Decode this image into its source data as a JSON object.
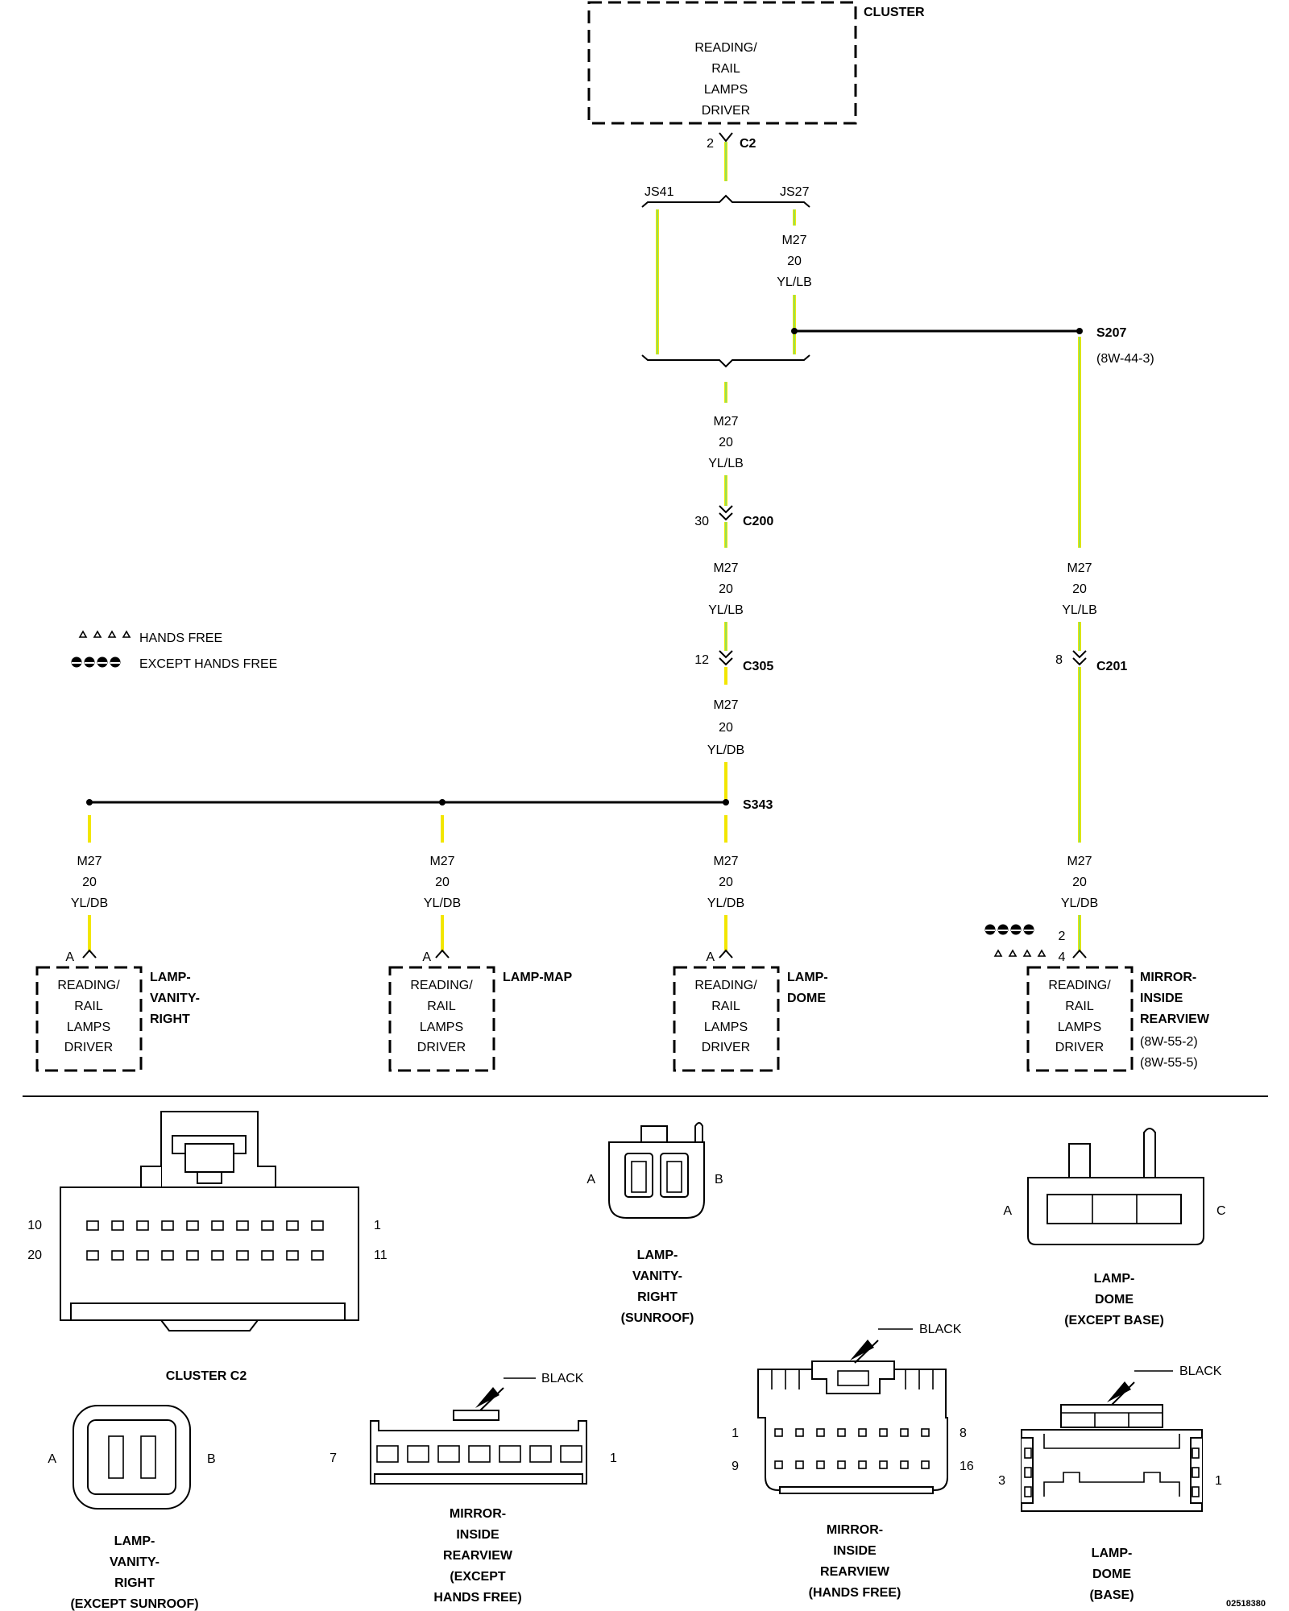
{
  "modules": {
    "cluster": {
      "title": "CLUSTER",
      "lines": [
        "READING/",
        "RAIL",
        "LAMPS",
        "DRIVER"
      ]
    },
    "vanity_right": {
      "title_lines": [
        "LAMP-",
        "VANITY-",
        "RIGHT"
      ],
      "lines": [
        "READING/",
        "RAIL",
        "LAMPS",
        "DRIVER"
      ],
      "pin": "A"
    },
    "map": {
      "title_lines": [
        "LAMP-MAP"
      ],
      "lines": [
        "READING/",
        "RAIL",
        "LAMPS",
        "DRIVER"
      ],
      "pin": "A"
    },
    "dome": {
      "title_lines": [
        "LAMP-",
        "DOME"
      ],
      "lines": [
        "READING/",
        "RAIL",
        "LAMPS",
        "DRIVER"
      ],
      "pin": "A"
    },
    "mirror": {
      "title_lines": [
        "MIRROR-",
        "INSIDE",
        "REARVIEW"
      ],
      "refs": [
        "(8W-55-2)",
        "(8W-55-5)"
      ],
      "lines": [
        "READING/",
        "RAIL",
        "LAMPS",
        "DRIVER"
      ],
      "pin_except": "2",
      "pin_hands": "4"
    }
  },
  "connectors": {
    "c2": {
      "name": "C2",
      "pin": "2"
    },
    "c200": {
      "name": "C200",
      "pin": "30"
    },
    "c305": {
      "name": "C305",
      "pin": "12"
    },
    "c201": {
      "name": "C201",
      "pin": "8"
    }
  },
  "splices": {
    "js41": "JS41",
    "js27": "JS27",
    "s207": {
      "name": "S207",
      "ref": "(8W-44-3)"
    },
    "s343": "S343"
  },
  "wires": {
    "js27_out": [
      "M27",
      "20",
      "YL/LB"
    ],
    "main_1": [
      "M27",
      "20",
      "YL/LB"
    ],
    "main_2": [
      "M27",
      "20",
      "YL/LB"
    ],
    "main_3": [
      "M27",
      "20",
      "YL/DB"
    ],
    "right_1": [
      "M27",
      "20",
      "YL/LB"
    ],
    "right_2": [
      "M27",
      "20",
      "YL/DB"
    ],
    "branch_vanity": [
      "M27",
      "20",
      "YL/DB"
    ],
    "branch_map": [
      "M27",
      "20",
      "YL/DB"
    ],
    "branch_dome": [
      "M27",
      "20",
      "YL/DB"
    ]
  },
  "legend": {
    "hands_free": "HANDS FREE",
    "except_hands_free": "EXCEPT HANDS FREE"
  },
  "connector_views": {
    "cluster_c2": {
      "caption": [
        "CLUSTER C2"
      ],
      "pins": [
        "10",
        "1",
        "20",
        "11"
      ]
    },
    "vanity_sunroof": {
      "caption": [
        "LAMP-",
        "VANITY-",
        "RIGHT",
        "(SUNROOF)"
      ],
      "pins": [
        "A",
        "B"
      ]
    },
    "dome_except_base": {
      "caption": [
        "LAMP-",
        "DOME",
        "(EXCEPT BASE)"
      ],
      "pins": [
        "A",
        "C"
      ]
    },
    "vanity_except_sunroof": {
      "caption": [
        "LAMP-",
        "VANITY-",
        "RIGHT",
        "(EXCEPT SUNROOF)"
      ],
      "pins": [
        "A",
        "B"
      ]
    },
    "mirror_except_hf": {
      "caption": [
        "MIRROR-",
        "INSIDE",
        "REARVIEW",
        "(EXCEPT",
        "HANDS FREE)"
      ],
      "pins": [
        "7",
        "1"
      ],
      "color": "BLACK"
    },
    "mirror_hf": {
      "caption": [
        "MIRROR-",
        "INSIDE",
        "REARVIEW",
        "(HANDS FREE)"
      ],
      "pins": [
        "1",
        "8",
        "9",
        "16"
      ],
      "color": "BLACK"
    },
    "dome_base": {
      "caption": [
        "LAMP-",
        "DOME",
        "(BASE)"
      ],
      "pins": [
        "3",
        "1"
      ],
      "color": "BLACK"
    }
  },
  "drawing_number": "02518380"
}
